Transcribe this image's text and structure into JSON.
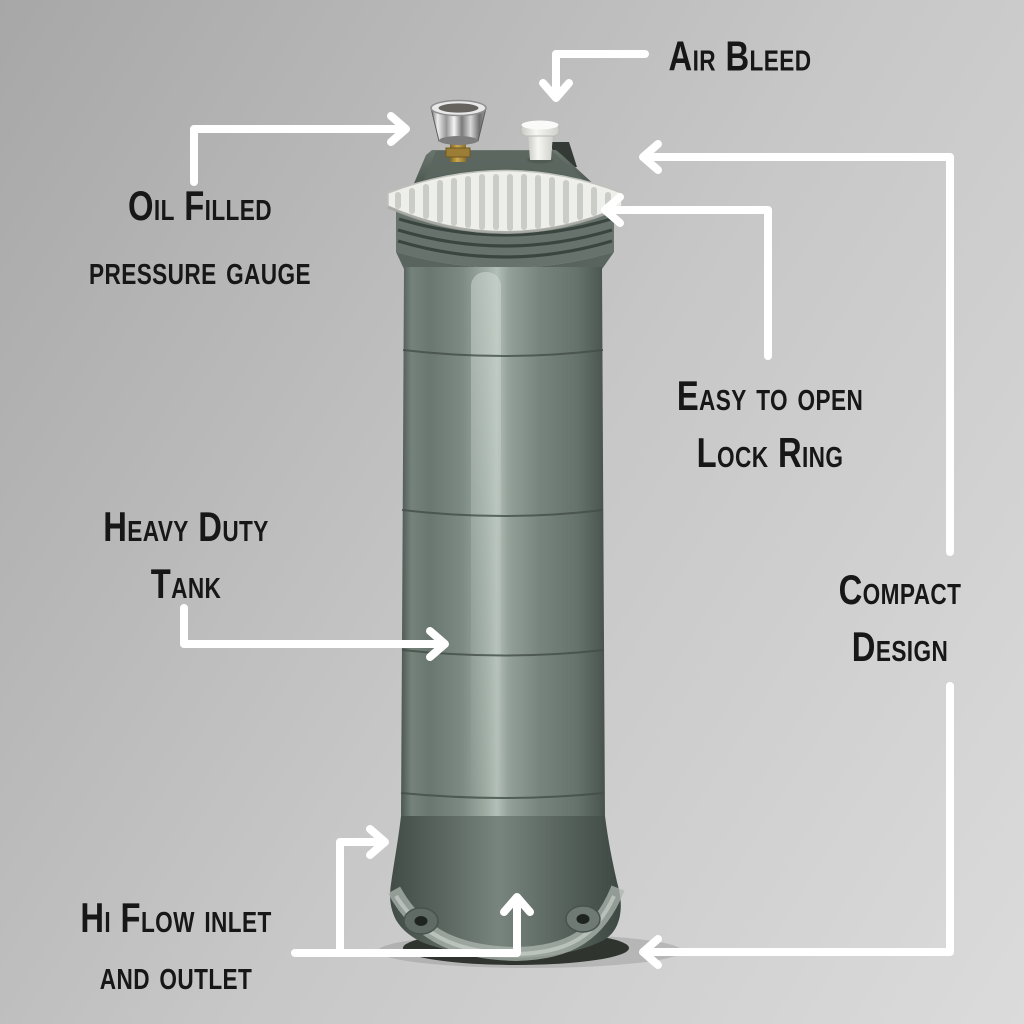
{
  "callouts": {
    "air_bleed": {
      "text": "Air Bleed"
    },
    "pressure_gauge": {
      "line1": "Oil Filled",
      "line2": "pressure gauge"
    },
    "lock_ring": {
      "line1": "Easy to open",
      "line2": "Lock Ring"
    },
    "compact": {
      "line1": "Compact",
      "line2": "Design"
    },
    "tank": {
      "line1": "Heavy Duty",
      "line2": "Tank"
    },
    "inlet_outlet": {
      "line1": "Hi Flow inlet",
      "line2": "and outlet"
    }
  },
  "colors": {
    "bg_from": "#a7a7a7",
    "bg_mid": "#c7c7c7",
    "bg_to": "#dbdbdb",
    "label_text": "#171717",
    "arrow": "#ffffff",
    "tank_green": "#6d7a73",
    "tank_green_dark": "#4e5953",
    "lock_ring_white": "#eeeeeb",
    "gauge_chrome": "#d9d9d9",
    "gauge_brass": "#a8863c",
    "valve_white": "#efefec"
  }
}
